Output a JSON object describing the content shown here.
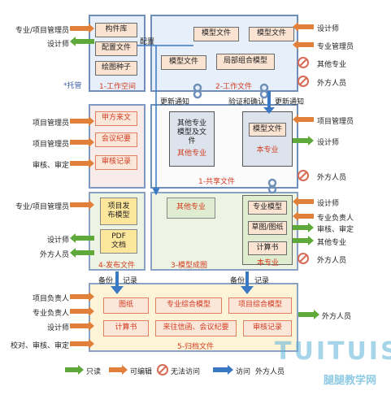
{
  "zones": {
    "wip": "1-工作空间",
    "work": "2-工作文件",
    "shared": "1-共享文件",
    "model": "3-模型成图",
    "publish": "4-发布文件",
    "archive": "5-归档文件"
  },
  "wip_boxes": {
    "lib": "构件库",
    "config": "配置文件",
    "seed": "绘图种子"
  },
  "work_boxes": {
    "m1": "模型文件",
    "m2": "模型文件",
    "m3": "模型文件",
    "combo": "局部组合模型"
  },
  "shared_boxes": {
    "other_models": "其他专业\n模型及文\n件",
    "other_label": "其他专业",
    "mine": "模型文件",
    "mine_label": "本专业"
  },
  "pink_boxes": {
    "a": "甲方来文",
    "b": "会议纪要",
    "c": "审核记录"
  },
  "publish_boxes": {
    "pub": "项目发\n布模型",
    "pdf": "PDF\n文档"
  },
  "model_boxes": {
    "other": "其他专业",
    "spec_model": "专业模型",
    "drawings": "草图/图纸",
    "calc": "计算书",
    "mine_label": "本专业"
  },
  "archive_boxes": {
    "a1": "图纸",
    "a2": "专业综合模型",
    "a3": "项目综合模型",
    "a4": "计算书",
    "a5": "来往信函、会议纪要",
    "a6": "审核记录"
  },
  "annotations": {
    "config": "配置",
    "trust": "*托管",
    "update1": "更新通知",
    "verify": "验证和确认",
    "update2": "更新通知",
    "backup1": "备份",
    "record1": "记录",
    "backup2": "备份",
    "record2": "记录"
  },
  "left_labels": {
    "l1": "专业/项目管理员",
    "l2": "设计师",
    "l3": "项目管理员",
    "l4": "项目管理员",
    "l5": "审核、审定",
    "l6": "专业/项目管理员",
    "l7": "设计师",
    "l8": "外方人员",
    "l9": "项目负责人",
    "l10": "专业负责人",
    "l11": "设计师",
    "l12": "校对、审核、审定"
  },
  "right_labels": {
    "r1": "设计师",
    "r2": "专业管理员",
    "r3": "其他专业",
    "r4": "外方人员",
    "r5": "项目管理员",
    "r6": "设计师",
    "r7": "外方人员",
    "r8": "设计师",
    "r9": "专业负责人",
    "r10": "审核、审定",
    "r11": "其他专业",
    "r12": "外方人员",
    "r13": "外方人员"
  },
  "legend": {
    "read": "只读",
    "edit": "可编辑",
    "noaccess": "无法访问",
    "visit": "访问",
    "ext": "外方人员"
  },
  "watermark": {
    "brand": "TUITUIS",
    "site": "腿腿教学网"
  },
  "colors": {
    "green": "#5fa93a",
    "orange": "#e0803a",
    "blue": "#3b78c4",
    "red_text": "#d23b20"
  }
}
